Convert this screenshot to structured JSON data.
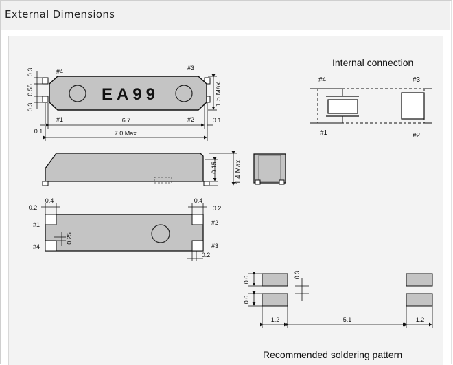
{
  "header": {
    "title": "External Dimensions"
  },
  "top_view": {
    "marking": "EA99",
    "pin4": "#4",
    "pin3": "#3",
    "pin1": "#1",
    "pin2": "#2",
    "dim_left_top": "0.3",
    "dim_left_mid": "0.55",
    "dim_left_bot": "0.3",
    "dim_height": "1.5 Max.",
    "dim_pitch": "6.7",
    "dim_left_edge": "0.1",
    "dim_right_edge": "0.1",
    "dim_length": "7.0 Max."
  },
  "side_view": {
    "dim_lead": "0.15",
    "dim_height": "1.4 Max."
  },
  "bottom_view": {
    "pin1": "#1",
    "pin2": "#2",
    "pin3": "#3",
    "pin4": "#4",
    "dim_pad_left": "0.4",
    "dim_pad_right": "0.4",
    "dim_gap_left": "0.2",
    "dim_gap_right": "0.2",
    "dim_lead_h": "0.25",
    "dim_gap_bottom": "0.2"
  },
  "internal": {
    "title": "Internal connection",
    "pin4": "#4",
    "pin3": "#3",
    "pin1": "#1",
    "pin2": "#2"
  },
  "soldering": {
    "title": "Recommended soldering pattern",
    "dim_pad_h1": "0.6",
    "dim_pad_h2": "0.6",
    "dim_gap": "0.3",
    "dim_pad_w_left": "1.2",
    "dim_center": "5.1",
    "dim_pad_w_right": "1.2"
  }
}
